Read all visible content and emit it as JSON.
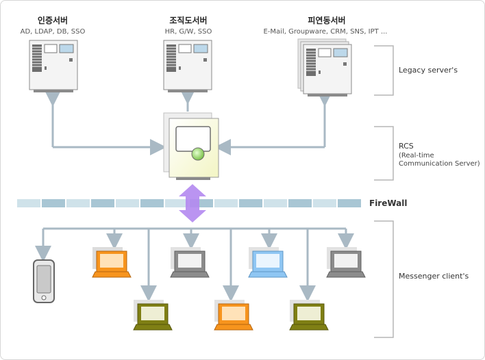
{
  "servers": [
    {
      "title": "인증서버",
      "subtitle": "AD, LDAP, DB, SSO"
    },
    {
      "title": "조직도서버",
      "subtitle": "HR, G/W, SSO"
    },
    {
      "title": "피연동서버",
      "subtitle": "E-Mail, Groupware, CRM, SNS, IPT ..."
    }
  ],
  "labels": {
    "legacy": "Legacy server's",
    "rcs": "RCS",
    "rcs_line1": "(Real-time",
    "rcs_line2": "Communication Server)",
    "firewall": "FireWall",
    "clients": "Messenger client's"
  },
  "colors": {
    "line": "#a9b9c4",
    "firewall_light": "#cfe2ea",
    "firewall_dark": "#a8c6d4",
    "arrow": "#b388f0",
    "laptop_orange": "#f7941d",
    "laptop_gray": "#8c8c8c",
    "laptop_blue": "#8fc6f3",
    "laptop_olive": "#7f7f14"
  }
}
